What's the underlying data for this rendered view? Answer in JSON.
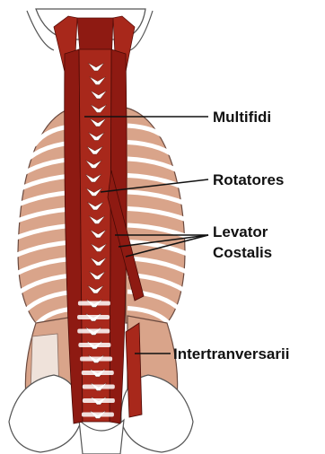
{
  "diagram": {
    "labels": {
      "multifidi": "Multifidi",
      "rotatores": "Rotatores",
      "levator_line1": "Levator",
      "levator_line2": "Costalis",
      "intertranversarii": "Intertranversarii"
    },
    "colors": {
      "muscle_dark": "#8e1a12",
      "muscle_mid": "#a8281b",
      "rib_fill": "#d9a48a",
      "rib_outline": "#6b4a3f",
      "bone_white": "#ffffff",
      "background": "#ffffff"
    }
  }
}
